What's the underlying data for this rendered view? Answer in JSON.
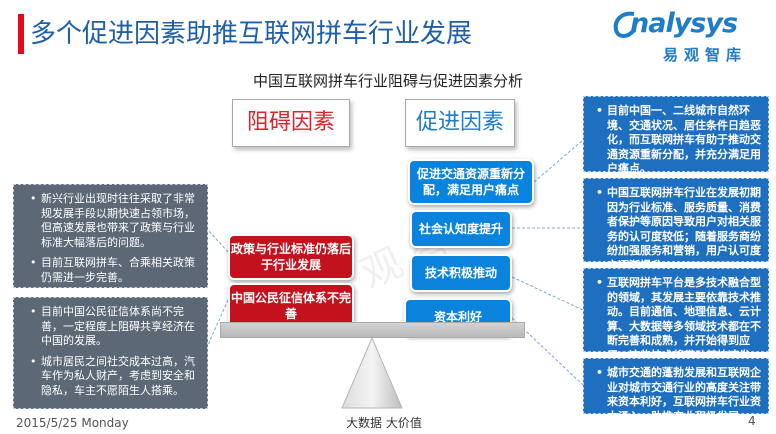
{
  "header": {
    "title": "多个促进因素助推互联网拼车行业发展",
    "logo_text": "nalysys",
    "logo_cn": "易观智库"
  },
  "diagram": {
    "subtitle": "中国互联网拼车行业阻碍与促进因素分析",
    "obstacle_header": "阻碍因素",
    "promoter_header": "促进因素",
    "obstacle_blocks": [
      "政策与行业标准仍落后于行业发展",
      "中国公民征信体系不完善"
    ],
    "promoter_blocks": [
      "促进交通资源重新分配，满足用户痛点",
      "社会认知度提升",
      "技术积极推动",
      "资本利好"
    ],
    "left_notes": [
      {
        "items": [
          "新兴行业出现时往往采取了非常规发展手段以期快速占领市场，但高速发展也带来了政策与行业标准大幅落后的问题。",
          "目前互联网拼车、合乘相关政策仍需进一步完善。"
        ]
      },
      {
        "items": [
          "目前中国公民征信体系尚不完善，一定程度上阻碍共享经济在中国的发展。",
          "城市居民之间社交成本过高，汽车作为私人财产，考虑到安全和隐私，车主不愿陌生人搭乘。"
        ]
      }
    ],
    "right_notes": [
      {
        "items": [
          "目前中国一、二线城市自然环境、交通状况、居住条件日趋恶化，而互联网拼车有助于推动交通资源重新分配，并充分满足用户痛点。"
        ]
      },
      {
        "items": [
          "中国互联网拼车行业在发展初期因为行业标准、服务质量、消费者保护等原因导致用户对相关服务的认可度较低；随着服务商纷纷加强服务和营销，用户认可度亦逐渐提升。"
        ]
      },
      {
        "items": [
          "互联网拼车平台是多技术融合型的领域，其发展主要依靠技术推动。目前通信、地理信息、云计算、大数据等多领域技术都在不断完善和成熟，并开始得到应用，这些技术将带动其快速发展。"
        ]
      },
      {
        "items": [
          "城市交通的蓬勃发展和互联网企业对城市交通行业的高度关注带来资本利好，互联网拼车行业资本涌入，助推产业积极发展。"
        ]
      }
    ]
  },
  "footer": {
    "date": "2015/5/25 Monday",
    "slogan": "大数据   大价值",
    "page": "4"
  },
  "colors": {
    "title_blue": "#1f5fa8",
    "accent_red": "#e10a1e",
    "block_blue": "#0a83dc",
    "block_red": "#c3121e",
    "note_grey": "#5d6876",
    "note_blue": "#1e6fc0"
  }
}
